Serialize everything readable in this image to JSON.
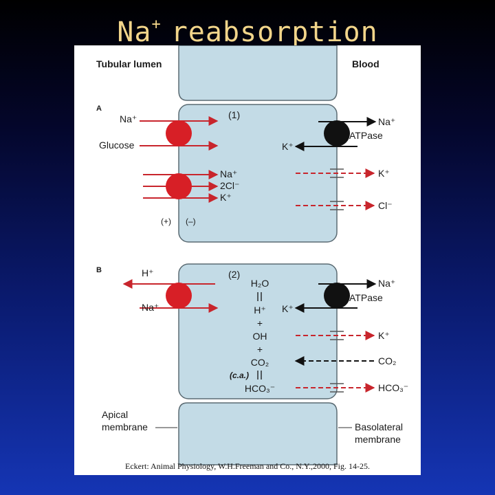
{
  "slide": {
    "title": "Na",
    "title_sup": "+",
    "title_rest": "reabsorption"
  },
  "figure": {
    "heading_left": "Tubular lumen",
    "heading_right": "Blood",
    "panel_a": {
      "letter": "A",
      "step": "(1)",
      "apical_left": [
        "Na⁺",
        "Glucose"
      ],
      "apical_cotransport": [
        "Na⁺",
        "2Cl⁻",
        "K⁺"
      ],
      "pump_right": [
        "Na⁺",
        "ATPase",
        "K⁺"
      ],
      "channels_right": [
        "K⁺",
        "Cl⁻"
      ],
      "charge_left": "(+)",
      "charge_right": "(–)"
    },
    "panel_b": {
      "letter": "B",
      "step": "(2)",
      "apical_left": [
        "H⁺",
        "Na⁺"
      ],
      "pump_right": [
        "Na⁺",
        "ATPase",
        "K⁺"
      ],
      "chemistry": [
        "H₂O",
        "H⁺",
        "+",
        "OH",
        "+",
        "CO₂",
        "(c.a.)",
        "HCO₃⁻"
      ],
      "channels_right": [
        "K⁺",
        "CO₂",
        "HCO₃⁻"
      ]
    },
    "bottom_left": [
      "Apical",
      "membrane"
    ],
    "bottom_right": [
      "Basolateral",
      "membrane"
    ],
    "citation": "Eckert: Animal Physiology, W.H.Freeman and Co., N.Y.,2000, Fig. 14-25."
  },
  "colors": {
    "cell": "#c3dbe6",
    "cell_border": "#5a6a72",
    "carrier": "#d71f26",
    "pump": "#111111",
    "arrow_red": "#c8252c",
    "arrow_black": "#111111",
    "title": "#f2d58a"
  }
}
